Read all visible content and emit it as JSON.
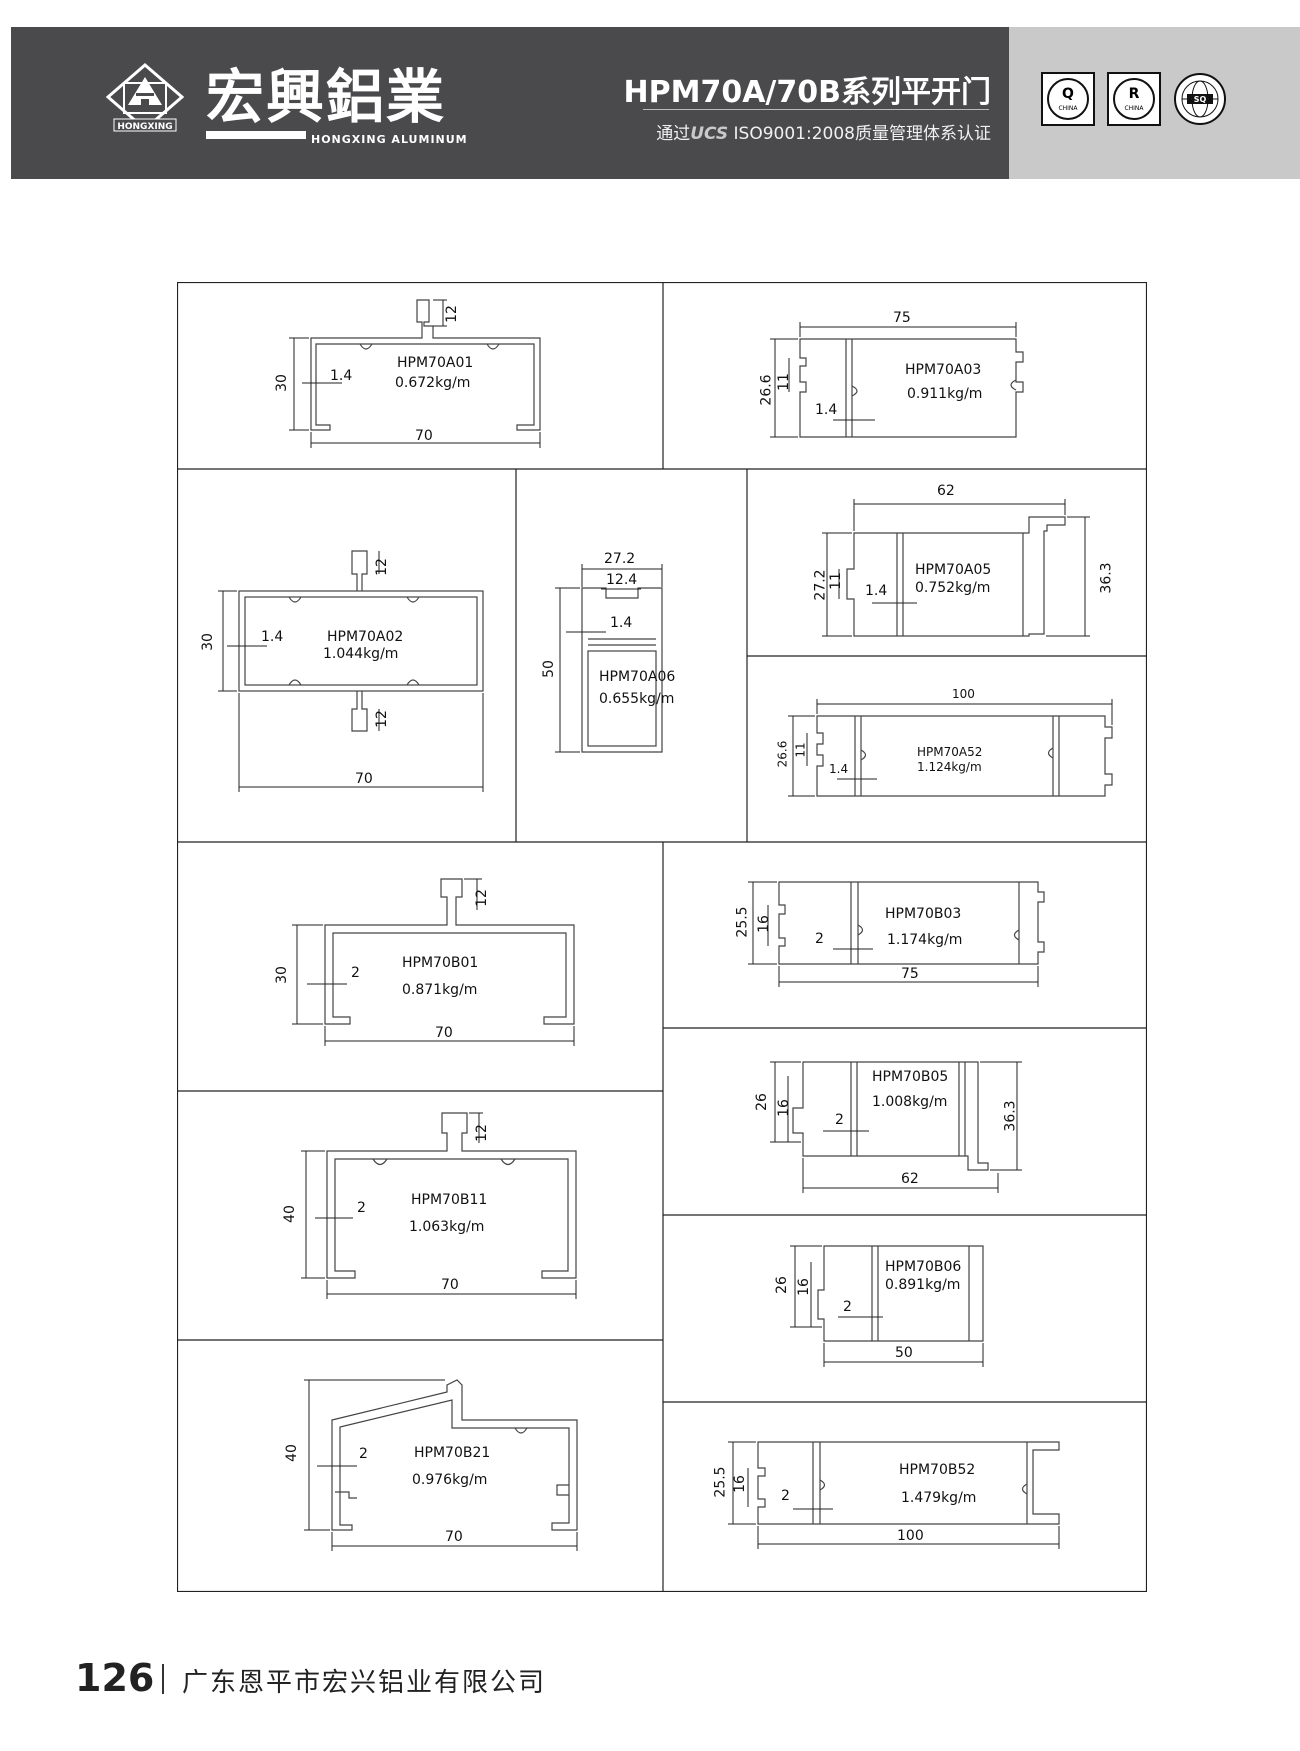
{
  "header": {
    "brand_cn": "宏興鋁業",
    "brand_en": "HONGXING ALUMINUM",
    "logo_text": "HONGXING",
    "series_title": "HPM70A/70B系列平开门",
    "cert_prefix": "通过",
    "cert_ucs": "UCS",
    "cert_suffix": "ISO9001:2008质量管理体系认证",
    "badges": [
      {
        "letter": "Q",
        "text": "CHINA"
      },
      {
        "letter": "R",
        "text": "CHINA"
      },
      {
        "letter": "",
        "text": "SQ"
      }
    ]
  },
  "profiles": [
    {
      "code": "HPM70A01",
      "weight": "0.672kg/m",
      "dims": [
        "12",
        "30",
        "1.4",
        "70"
      ]
    },
    {
      "code": "HPM70A03",
      "weight": "0.911kg/m",
      "dims": [
        "75",
        "26.6",
        "11",
        "1.4"
      ]
    },
    {
      "code": "HPM70A02",
      "weight": "1.044kg/m",
      "dims": [
        "12",
        "30",
        "1.4",
        "12",
        "70"
      ]
    },
    {
      "code": "HPM70A06",
      "weight": "0.655kg/m",
      "dims": [
        "27.2",
        "12.4",
        "1.4",
        "50"
      ]
    },
    {
      "code": "HPM70A05",
      "weight": "0.752kg/m",
      "dims": [
        "62",
        "27.2",
        "11",
        "1.4",
        "36.3"
      ]
    },
    {
      "code": "HPM70A52",
      "weight": "1.124kg/m",
      "dims": [
        "100",
        "26.6",
        "11",
        "1.4"
      ]
    },
    {
      "code": "HPM70B01",
      "weight": "0.871kg/m",
      "dims": [
        "12",
        "30",
        "2",
        "70"
      ]
    },
    {
      "code": "HPM70B03",
      "weight": "1.174kg/m",
      "dims": [
        "25.5",
        "16",
        "2",
        "75"
      ]
    },
    {
      "code": "HPM70B05",
      "weight": "1.008kg/m",
      "dims": [
        "26",
        "16",
        "2",
        "36.3",
        "62"
      ]
    },
    {
      "code": "HPM70B11",
      "weight": "1.063kg/m",
      "dims": [
        "12",
        "40",
        "2",
        "70"
      ]
    },
    {
      "code": "HPM70B06",
      "weight": "0.891kg/m",
      "dims": [
        "26",
        "16",
        "2",
        "50"
      ]
    },
    {
      "code": "HPM70B21",
      "weight": "0.976kg/m",
      "dims": [
        "40",
        "2",
        "70"
      ]
    },
    {
      "code": "HPM70B52",
      "weight": "1.479kg/m",
      "dims": [
        "25.5",
        "16",
        "2",
        "100"
      ]
    }
  ],
  "footer": {
    "page_number": "126",
    "company": "广东恩平市宏兴铝业有限公司"
  }
}
